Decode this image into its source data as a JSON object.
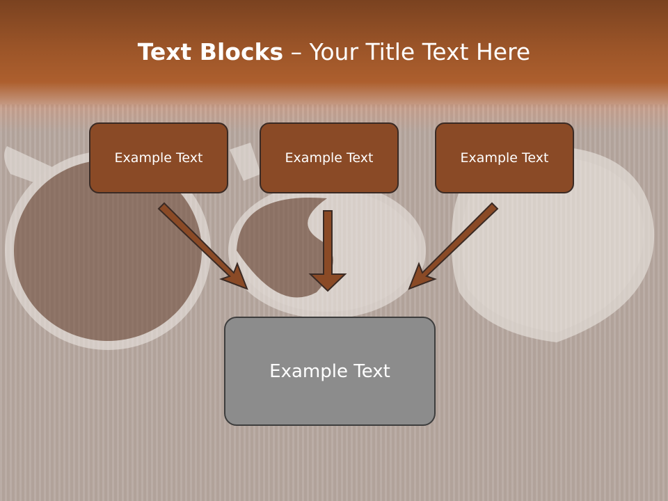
{
  "title": {
    "bold_part": "Text Blocks",
    "separator": " – ",
    "normal_part": "Your Title Text Here"
  },
  "blocks": [
    {
      "label": "Example Text"
    },
    {
      "label": "Example Text"
    },
    {
      "label": "Example Text"
    }
  ],
  "target": {
    "label": "Example Text"
  },
  "colors": {
    "header": "#9a5428",
    "block_fill": "#8a4a26",
    "target_fill": "#8c8c8c",
    "arrow": "#8a4a26"
  }
}
